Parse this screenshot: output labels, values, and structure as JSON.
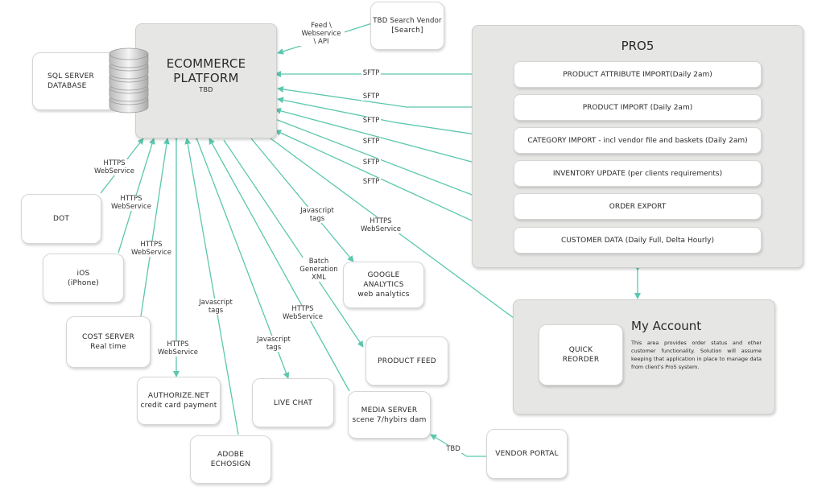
{
  "colors": {
    "connector": "#5cc7ae",
    "panel": "#e6e6e4",
    "box_border": "#d6d6d6"
  },
  "ecommerce": {
    "title_line1": "ECOMMERCE",
    "title_line2": "PLATFORM",
    "subtitle": "TBD"
  },
  "sql_server": {
    "line1": "SQL SERVER",
    "line2": "DATABASE",
    "icon": "database-icon"
  },
  "search_vendor": {
    "title": "TBD Search Vendor",
    "subtitle": "[Search]"
  },
  "pro5": {
    "title": "PRO5",
    "rows": [
      {
        "label": "PRODUCT ATTRIBUTE IMPORT(Daily 2am)"
      },
      {
        "label": "PRODUCT IMPORT  (Daily 2am)"
      },
      {
        "label": "CATEGORY IMPORT - incl vendor file and baskets  (Daily 2am)"
      },
      {
        "label": "INVENTORY UPDATE  (per clients requirements)"
      },
      {
        "label": "ORDER EXPORT"
      },
      {
        "label": "CUSTOMER DATA  (Daily Full, Delta Hourly)"
      }
    ]
  },
  "my_account": {
    "title": "My Account",
    "description": "This area provides order status and other customer functionality. Solution will assume keeping that application in place to manage data from client's Pro5 system.",
    "quick_reorder": {
      "line1": "QUICK",
      "line2": "REORDER"
    }
  },
  "boxes": {
    "dot": {
      "line1": "DOT"
    },
    "ios": {
      "line1": "iOS",
      "line2": "(iPhone)"
    },
    "cost_server": {
      "line1": "COST SERVER",
      "line2": "Real time"
    },
    "authorize": {
      "line1": "AUTHORIZE.NET",
      "line2": "credit card payment"
    },
    "adobe": {
      "line1": "ADOBE",
      "line2": "ECHOSIGN"
    },
    "live_chat": {
      "line1": "LIVE CHAT"
    },
    "google": {
      "line1": "GOOGLE",
      "line2": "ANALYTICS",
      "line3": "web analytics"
    },
    "product_feed": {
      "line1": "PRODUCT FEED"
    },
    "media_server": {
      "line1": "MEDIA SERVER",
      "line2": "scene 7/hybirs dam"
    },
    "vendor_portal": {
      "line1": "VENDOR PORTAL"
    }
  },
  "labels": {
    "feed": {
      "line1": "Feed \\",
      "line2": "Webservice",
      "line3": "\\ API"
    },
    "sftp": "SFTP",
    "https": "HTTPS",
    "webservice": "WebService",
    "javascript": "Javascript",
    "tags": "tags",
    "batch": {
      "line1": "Batch",
      "line2": "Generation",
      "line3": "XML"
    },
    "tbd": "TBD"
  }
}
